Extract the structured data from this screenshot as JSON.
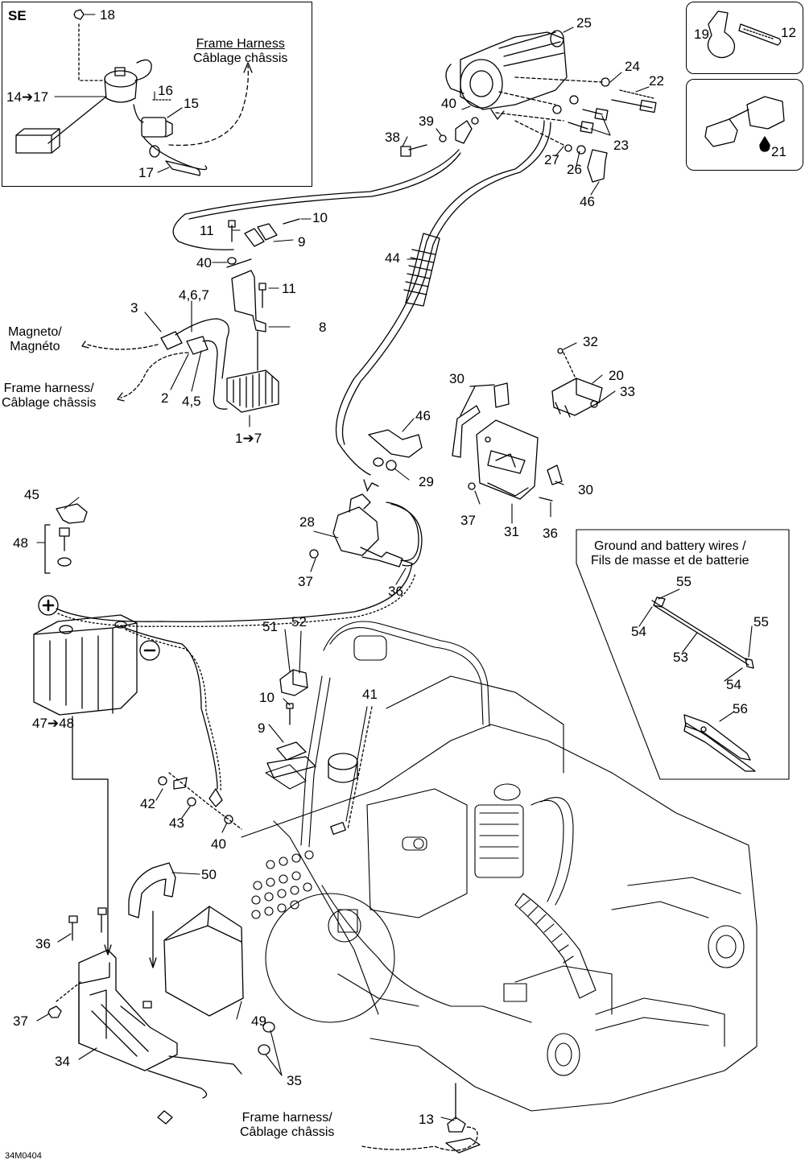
{
  "inset_se": {
    "title": "SE",
    "frame_harness": [
      "Frame Harness",
      "Câblage châssis"
    ]
  },
  "notes": {
    "magneto": [
      "Magneto/",
      "Magnéto"
    ],
    "frame_harness_mid": [
      "Frame harness/",
      "Câblage châssis"
    ],
    "frame_harness_bottom": [
      "Frame harness/",
      "Câblage châssis"
    ],
    "ground_battery": [
      "Ground and battery wires /",
      "Fils de masse et de batterie"
    ]
  },
  "callouts": {
    "c18": "18",
    "c14": "14➔17",
    "c16": "16",
    "c15": "15",
    "c17": "17",
    "c25": "25",
    "c12": "12",
    "c19": "19",
    "c21": "21",
    "c24": "24",
    "c22": "22",
    "c40a": "40",
    "c39": "39",
    "c38": "38",
    "c23": "23",
    "c27": "27",
    "c26": "26",
    "c46a": "46",
    "c11a": "11",
    "c10a": "10",
    "c9a": "9",
    "c40b": "40",
    "c11b": "11",
    "c44": "44",
    "c3": "3",
    "c467": "4,6,7",
    "c8": "8",
    "c2": "2",
    "c45b": "4,5",
    "c17b": "1➔7",
    "c32": "32",
    "c20": "20",
    "c33": "33",
    "c30a": "30",
    "c46b": "46",
    "c29": "29",
    "c30b": "30",
    "c37a": "37",
    "c31": "31",
    "c36a": "36",
    "c45": "45",
    "c48": "48",
    "c28": "28",
    "c37b": "37",
    "c36b": "36",
    "c55a": "55",
    "c54a": "54",
    "c55b": "55",
    "c53": "53",
    "c54b": "54",
    "c56": "56",
    "c51": "51",
    "c52": "52",
    "c10b": "10",
    "c41": "41",
    "c9b": "9",
    "c4748": "47➔48",
    "c42": "42",
    "c43": "43",
    "c40c": "40",
    "c50": "50",
    "c36c": "36",
    "c37c": "37",
    "c49": "49",
    "c34": "34",
    "c35": "35",
    "c13": "13"
  },
  "drawing_code": "34M0404"
}
